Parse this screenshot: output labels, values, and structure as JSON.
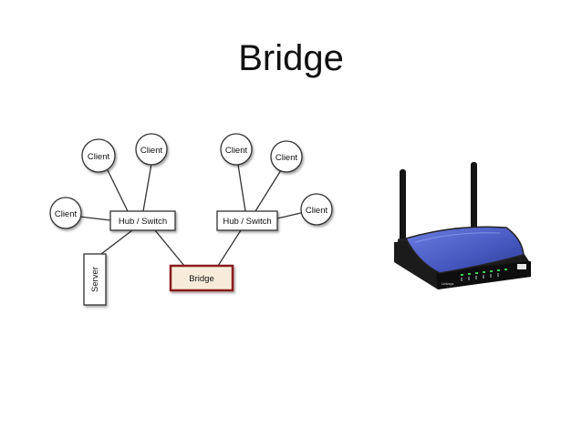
{
  "slide": {
    "title": "Bridge"
  },
  "diagram": {
    "client_label": "Client",
    "hub_switch_label": "Hub / Switch",
    "bridge_label": "Bridge",
    "server_label": "Server"
  },
  "router_image": {
    "icon": "wireless-router-icon",
    "brand_text": "Linksys",
    "colors": {
      "body": "#1a1a1a",
      "top_panel": "#4a5cc4"
    }
  },
  "colors": {
    "bridge_border": "#8b1a1a",
    "bridge_fill": "#f6ecd9",
    "node_stroke": "#333333"
  }
}
